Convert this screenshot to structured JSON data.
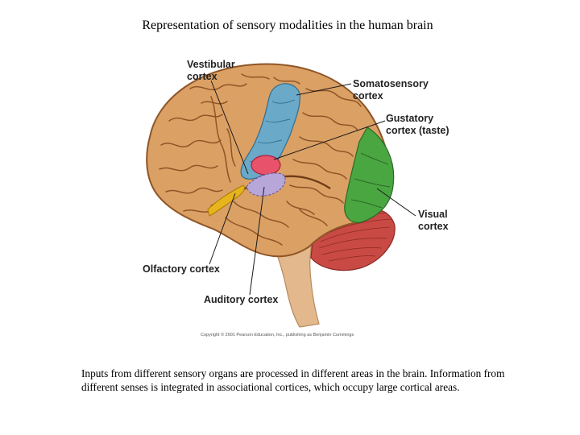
{
  "title": "Representation of sensory modalities in the human brain",
  "labels": {
    "vestibular": "Vestibular\ncortex",
    "somatosensory": "Somatosensory\ncortex",
    "gustatory": "Gustatory\ncortex (taste)",
    "visual": "Visual\ncortex",
    "olfactory": "Olfactory cortex",
    "auditory": "Auditory cortex"
  },
  "copyright": "Copyright © 2001 Pearson Education, Inc., publishing as Benjamin Cummings",
  "caption": "Inputs from different sensory organs are processed in different areas in the brain. Information from different senses is integrated in associational cortices, which occupy large cortical areas.",
  "colors": {
    "cortex": "#dba064",
    "sulcus": "#8f5526",
    "cerebellum": "#c94a44",
    "brainstem": "#e3b88c",
    "vestibular": "#6ba9c9",
    "gustatory": "#e8526a",
    "auditory": "#b7a6d8",
    "olfactory": "#e8b41c",
    "visual": "#4aa641"
  }
}
